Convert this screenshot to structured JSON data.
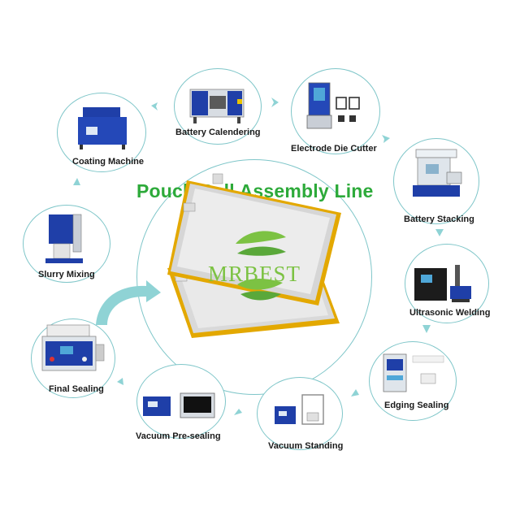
{
  "title": "Pouch Cell Assembly Line",
  "logo": {
    "text": "MRBEST",
    "color": "#7cc243"
  },
  "colors": {
    "title": "#2daa3a",
    "arrow": "#8fd3d5",
    "circle_border": "#7fc6c9",
    "machine_blue": "#1f3fa8"
  },
  "steps": [
    {
      "label": "Coating Machine"
    },
    {
      "label": "Battery Calendering"
    },
    {
      "label": "Electrode Die Cutter"
    },
    {
      "label": "Battery Stacking"
    },
    {
      "label": "Ultrasonic Welding"
    },
    {
      "label": "Edging Sealing"
    },
    {
      "label": "Vacuum Standing"
    },
    {
      "label": "Vacuum Pre-sealing"
    },
    {
      "label": "Final Sealing"
    },
    {
      "label": "Slurry Mixing"
    }
  ]
}
